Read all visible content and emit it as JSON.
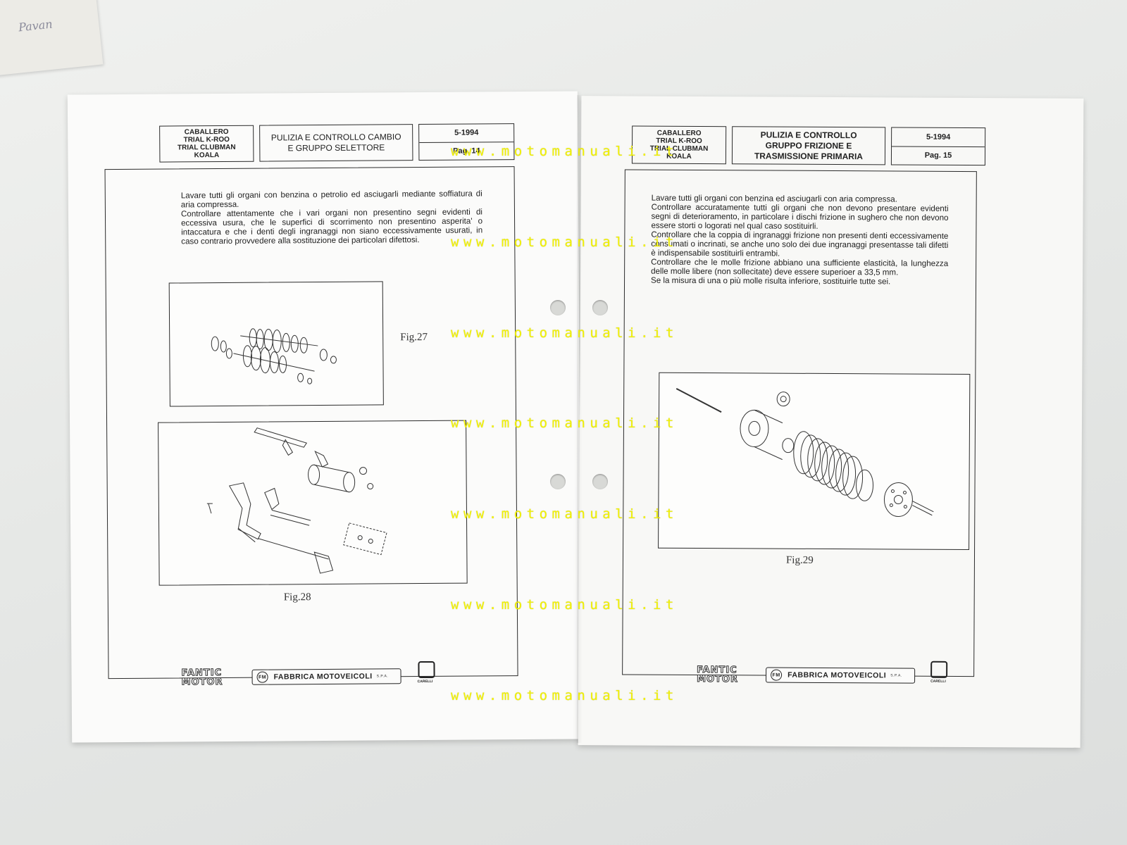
{
  "scrap": {
    "text": "Pavan"
  },
  "left_page": {
    "models": [
      "CABALLERO",
      "TRIAL K-ROO",
      "TRIAL CLUBMAN",
      "KOALA"
    ],
    "title": [
      "PULIZIA E CONTROLLO CAMBIO",
      "E GRUPPO SELETTORE"
    ],
    "date": "5-1994",
    "page": "Pag. 14",
    "body": [
      "Lavare tutti gli organi con benzina o petrolio ed asciugarli mediante soffiatura di aria compressa.",
      "Controllare attentamente che i vari organi non presentino segni evidenti di eccessiva usura, che le superfici di scorrimento non presentino asperita' o intaccatura e che i denti degli ingranaggi non siano eccessivamente usurati, in caso contrario provvedere alla sostituzione dei particolari difettosi."
    ],
    "fig27": "Fig.27",
    "fig28": "Fig.28"
  },
  "right_page": {
    "models": [
      "CABALLERO",
      "TRIAL K-ROO",
      "TRIAL CLUBMAN",
      "KOALA"
    ],
    "title": [
      "PULIZIA E CONTROLLO",
      "GRUPPO FRIZIONE E",
      "TRASMISSIONE PRIMARIA"
    ],
    "date": "5-1994",
    "page": "Pag. 15",
    "body": [
      "Lavare tutti gli organi con benzina ed asciugarli con aria compressa.",
      "Controllare accuratamente tutti gli organi che non devono presentare evidenti segni di deterioramento, in particolare i dischi frizione in sughero che non devono essere storti o logorati nel qual caso sostituirli.",
      "Controllare che la coppia di ingranaggi frizione non presenti denti eccessivamente consumati o incrinati, se anche uno solo dei due ingranaggi presentasse tali difetti è indispensabile sostituirli entrambi.",
      "Controllare che le molle frizione abbiano una sufficiente elasticità, la lunghezza delle molle libere (non sollecitate) deve essere superioer a 33,5 mm.",
      "Se la misura di una o più molle risulta inferiore, sostituirle tutte sei."
    ],
    "fig29": "Fig.29"
  },
  "footer": {
    "fantic_line1": "FANTIC",
    "fantic_line2": "MOTOR",
    "fm_badge": "FM",
    "fabbrica": "FABBRICA MOTOVEICOLI",
    "spa": "S.P.A.",
    "carelli": "CARELLI"
  },
  "watermark": "www.motomanuali.it"
}
